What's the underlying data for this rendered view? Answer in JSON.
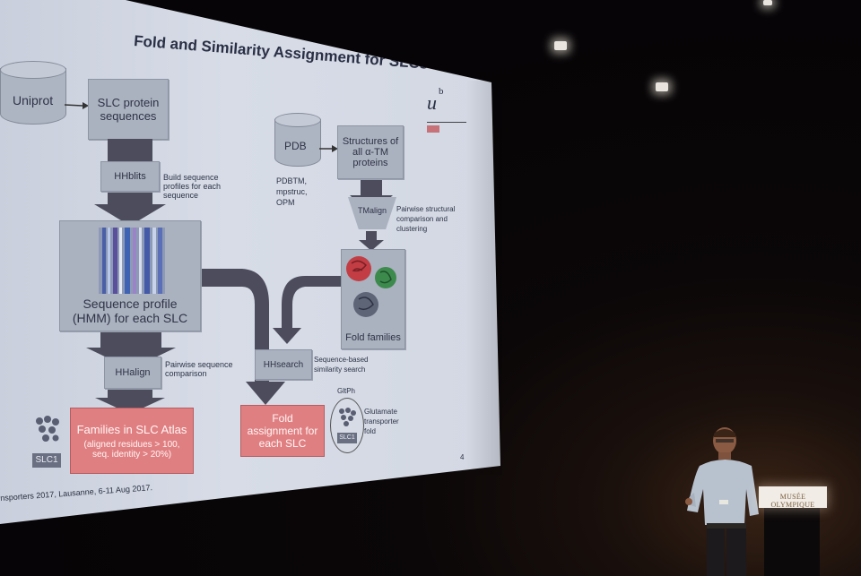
{
  "slide": {
    "title": "Fold and Similarity Assignment for SLCs",
    "logo_text": "u",
    "logo_sup": "b",
    "page_number": "4",
    "footer": "nsporters 2017, Lausanne, 6-11 Aug 2017.",
    "uniprot": "Uniprot",
    "slc_sequences": "SLC protein sequences",
    "hhblits": "HHblits",
    "hhblits_note": "Build sequence profiles for each sequence",
    "profile": "Sequence profile (HMM) for each SLC",
    "hhalign": "HHalign",
    "hhalign_note": "Pairwise sequence comparison",
    "families": "Families in SLC Atlas",
    "families_detail": "(aligned residues > 100, seq. identity > 20%)",
    "slc1_left": "SLC1",
    "pdb": "PDB",
    "pdb_sources": "PDBTM, mpstruc, OPM",
    "structures": "Structures of all α-TM proteins",
    "tmalign": "TMalign",
    "tmalign_note": "Pairwise structural comparison and clustering",
    "fold_families": "Fold families",
    "hhsearch": "HHsearch",
    "hhsearch_note": "Sequence-based similarity search",
    "fold_assignment": "Fold assignment for each SLC",
    "gltph": "GltPh",
    "glutamate_note": "Glutamate transporter fold",
    "slc1_right": "SLC1"
  },
  "podium": {
    "label": "MUSÉE OLYMPIQUE"
  },
  "colors": {
    "slide_bg": "#d3d8e3",
    "box": "#aab1bf",
    "red_box": "#e07f82",
    "arrow": "#4b4b5c"
  }
}
